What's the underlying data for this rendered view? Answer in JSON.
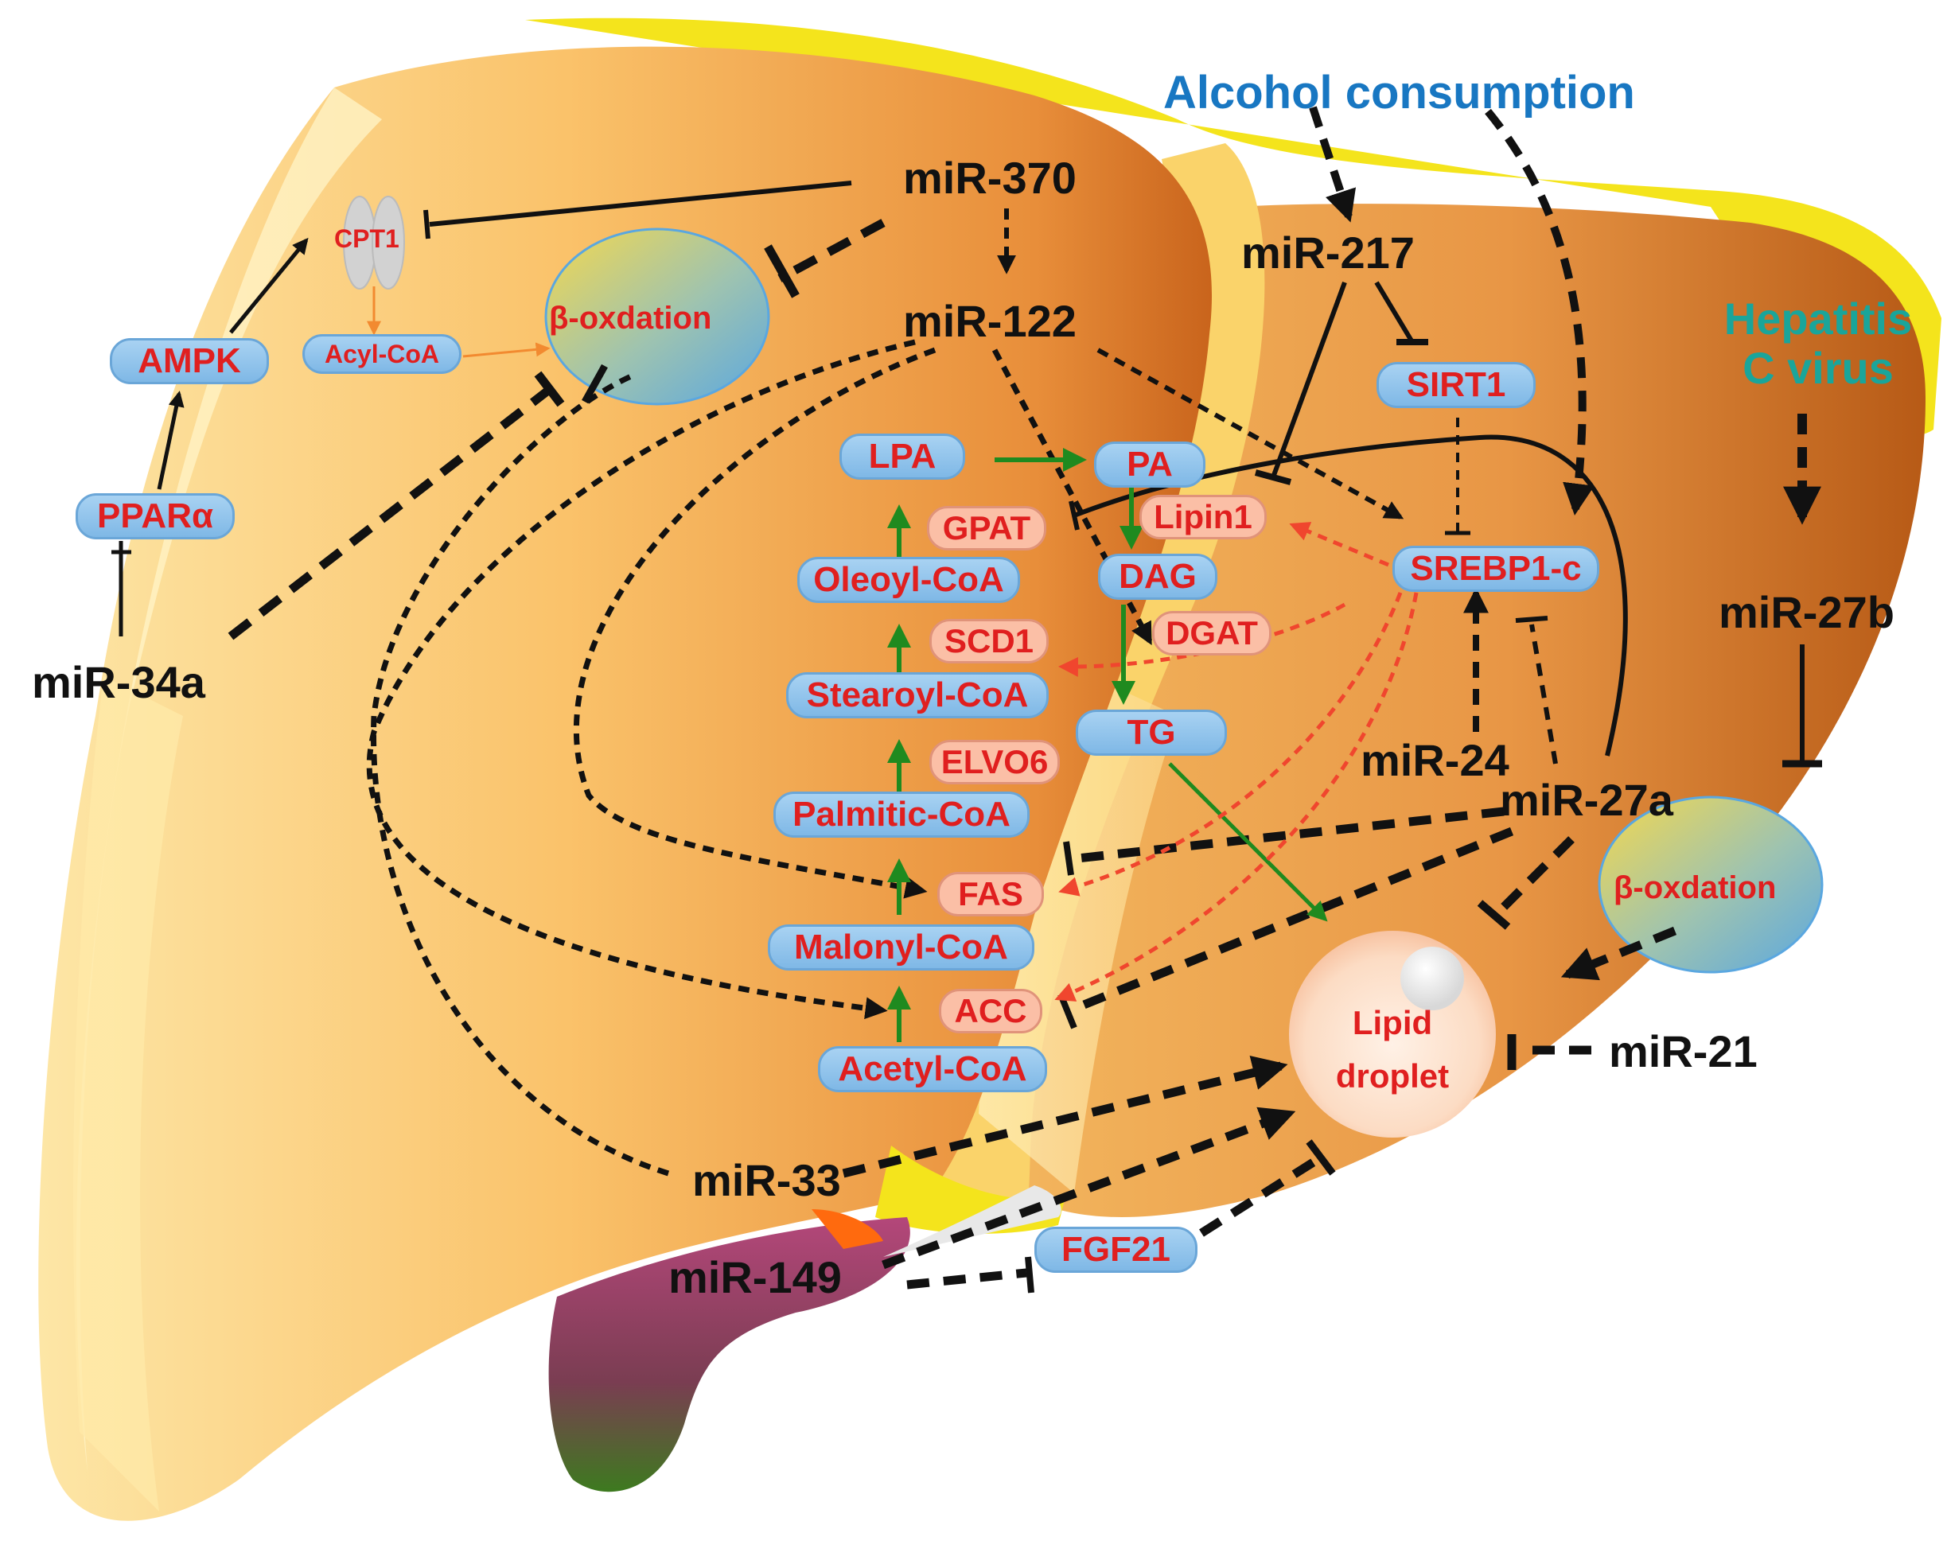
{
  "triggers": {
    "alcohol": "Alcohol consumption",
    "hcv": "Hepatitis C virus"
  },
  "mirnas": {
    "mir370": "miR-370",
    "mir122": "miR-122",
    "mir217": "miR-217",
    "mir34a": "miR-34a",
    "mir27b": "miR-27b",
    "mir24": "miR-24",
    "mir27a": "miR-27a",
    "mir21": "miR-21",
    "mir33": "miR-33",
    "mir149": "miR-149"
  },
  "proteins": {
    "cpt1": "CPT1",
    "ampk": "AMPK",
    "acyl_coa": "Acyl-CoA",
    "ppara": "PPARα",
    "sirt1": "SIRT1",
    "srebp1c": "SREBP1-c",
    "fgf21": "FGF21"
  },
  "oxidation": {
    "left": "β-oxdation",
    "right": "β-oxdation"
  },
  "metabolites": {
    "lpa": "LPA",
    "pa": "PA",
    "dag": "DAG",
    "tg": "TG",
    "oleoyl": "Oleoyl-CoA",
    "stearoyl": "Stearoyl-CoA",
    "palmitic": "Palmitic-CoA",
    "malonyl": "Malonyl-CoA",
    "acetyl": "Acetyl-CoA"
  },
  "enzymes": {
    "gpat": "GPAT",
    "lipin1": "Lipin1",
    "scd1": "SCD1",
    "dgat": "DGAT",
    "elvo6": "ELVO6",
    "fas": "FAS",
    "acc": "ACC"
  },
  "lipid_droplet": {
    "line1": "Lipid",
    "line2": "droplet"
  },
  "colors": {
    "inhibition": "#111111",
    "activation_green": "#1f8a1f",
    "srebp_effect": "#f0462e",
    "orange_flow": "#f28a30",
    "label_red": "#e01f1f",
    "alcohol_blue": "#1877c2",
    "hcv_teal": "#1aa59a"
  }
}
